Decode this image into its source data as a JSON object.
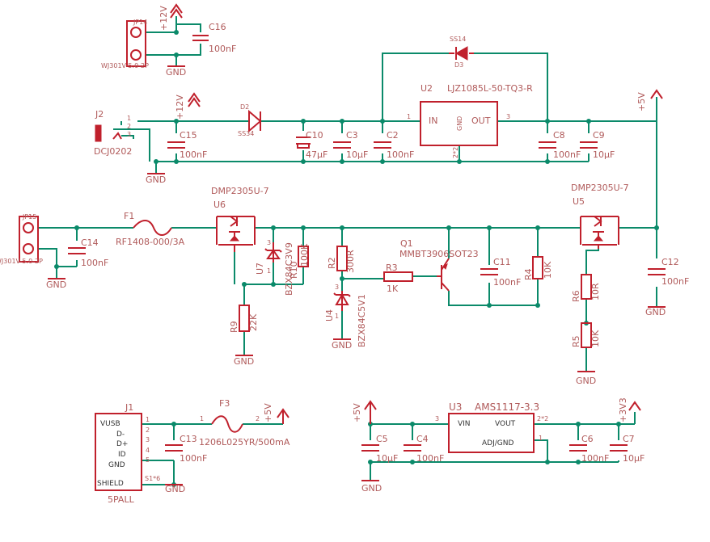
{
  "labels": {
    "jp14": "JP14",
    "jp14_part": "WJ301V-5.0-2P",
    "plus12v_top": "+12V",
    "c16": "C16",
    "c16_val": "100nF",
    "gnd_top": "GND",
    "ss14": "SS14",
    "d3": "D3",
    "u2": "U2",
    "u2_part": "LJZ1085L-50-TQ3-R",
    "u2_in": "IN",
    "u2_gnd": "GND",
    "u2_out": "OUT",
    "u2_p1": "1",
    "u2_p3": "3",
    "u2_p2": "2*2",
    "plus5v_right": "+5V",
    "j2": "J2",
    "j2_part": "DCJ0202",
    "j2_p1": "1",
    "j2_p2": "2",
    "j2_p3": "3",
    "plus12v_mid": "+12V",
    "d2": "D2",
    "d2_part": "SS34",
    "c15": "C15",
    "c15_val": "100nF",
    "c10": "C10",
    "c10_val": "47µF",
    "c3": "C3",
    "c3_val": "10µF",
    "c2": "C2",
    "c2_val": "100nF",
    "c8": "C8",
    "c8_val": "100nF",
    "c9": "C9",
    "c9_val": "10µF",
    "gnd_j2": "GND",
    "u6_part": "DMP2305U-7",
    "u6": "U6",
    "u5_part": "DMP2305U-7",
    "u5": "U5",
    "jp15": "JP15",
    "jp15_part": "WJ301V-5.0-2P",
    "f1": "F1",
    "f1_part": "RF1408-000/3A",
    "c14": "C14",
    "c14_val": "100nF",
    "gnd_jp15": "GND",
    "u7": "U7",
    "u7_part": "BZX84C3V9",
    "u7_p1": "1",
    "u7_p3": "3",
    "r10": "R10",
    "r10_val": "100K",
    "r9": "R9",
    "r9_val": "22K",
    "gnd_r9": "GND",
    "r2": "R2",
    "r2_val": "300R",
    "u4": "U4",
    "u4_part": "BZX84C5V1",
    "u4_p1": "1",
    "u4_p3": "3",
    "gnd_u4": "GND",
    "q1": "Q1",
    "q1_part": "MMBT3906SOT23",
    "r3": "R3",
    "r3_val": "1K",
    "c11": "C11",
    "c11_val": "100nF",
    "r4": "R4",
    "r4_val": "10K",
    "r6": "R6",
    "r6_val": "10R",
    "r5": "R5",
    "r5_val": "10K",
    "gnd_r5": "GND",
    "c12": "C12",
    "c12_val": "100nF",
    "gnd_c12": "GND",
    "j1": "J1",
    "j1_part": "5PALL",
    "j1_vusb": "VUSB",
    "j1_dm": "D-",
    "j1_dp": "D+",
    "j1_id": "ID",
    "j1_gnd": "GND",
    "j1_shield": "SHIELD",
    "j1_p1": "1",
    "j1_p2": "2",
    "j1_p3": "3",
    "j1_p4": "4",
    "j1_p5": "5",
    "j1_s1": "S1*6",
    "f3": "F3",
    "f3_p1": "1",
    "f3_p2": "2",
    "f3_part": "1206L025YR/500mA",
    "plus5v_usb": "+5V",
    "c13": "C13",
    "c13_val": "100nF",
    "gnd_j1": "GND",
    "u3": "U3",
    "u3_part": "AMS1117-3.3",
    "u3_vin": "VIN",
    "u3_vout": "VOUT",
    "u3_adj": "ADJ/GND",
    "u3_p3": "3",
    "u3_p1": "1",
    "u3_p2": "2*2",
    "plus5v_u3": "+5V",
    "plus3v3": "+3V3",
    "gnd_u3": "GND",
    "c5": "C5",
    "c5_val": "10µF",
    "c4": "C4",
    "c4_val": "100nF",
    "c6": "C6",
    "c6_val": "100nF",
    "c7": "C7",
    "c7_val": "10µF"
  },
  "colors": {
    "wire": "#0b8a6a",
    "part": "#c0202c",
    "text": "#b05a5a"
  }
}
